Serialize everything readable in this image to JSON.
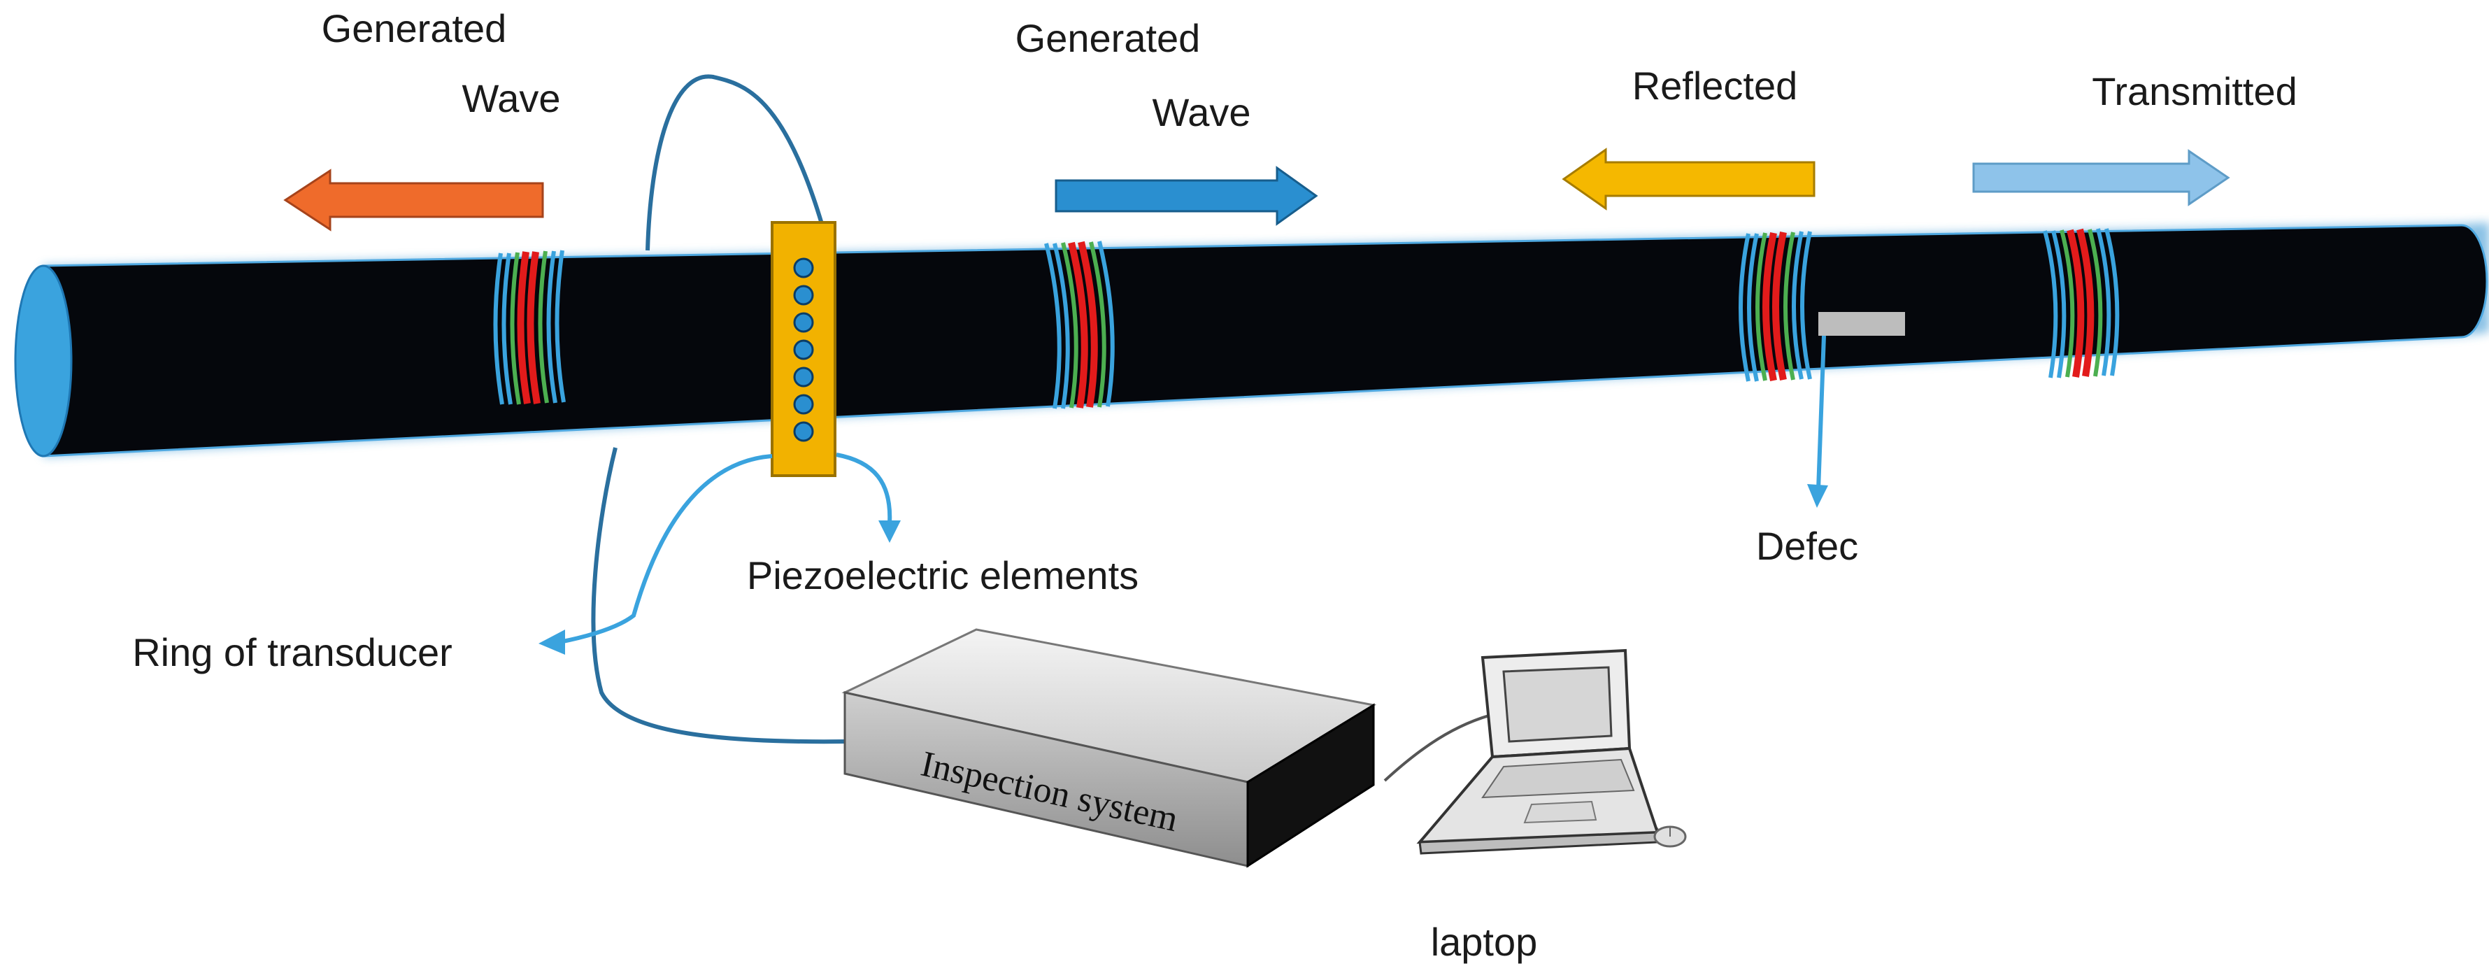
{
  "labels": {
    "generated_wave_left_line1": "Generated",
    "generated_wave_left_line2": "Wave",
    "generated_wave_right_line1": "Generated",
    "generated_wave_right_line2": "Wave",
    "reflected": "Reflected",
    "transmitted": "Transmitted",
    "piezoelectric_elements": "Piezoelectric elements",
    "ring_of_transducer": "Ring of transducer",
    "defect": "Defec",
    "inspection_system": "Inspection system",
    "laptop": "laptop"
  },
  "colors": {
    "pipe_body": "#05070c",
    "pipe_end": "#3aa3de",
    "arrow_generated_left": "#ef6b2b",
    "arrow_generated_right": "#2a8fd0",
    "arrow_reflected": "#f5b800",
    "arrow_transmitted": "#8ec3ea",
    "transducer_ring": "#f2b200",
    "piezo_element": "#2a8fd0",
    "cable": "#2a6f9e",
    "callout_arrow": "#3aa3de",
    "wave_red": "#e21b1b",
    "wave_green": "#4caf50",
    "wave_blue": "#3aa3de",
    "defect": "#bdbdbd"
  },
  "icons": {
    "laptop": "laptop-icon",
    "mouse": "mouse-icon"
  }
}
